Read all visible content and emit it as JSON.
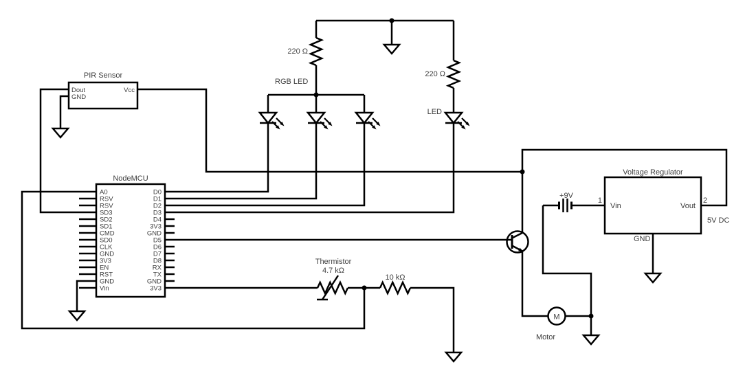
{
  "colors": {
    "wire": "#000000",
    "text": "#3d3d3d",
    "background": "#ffffff"
  },
  "pir_sensor": {
    "title": "PIR Sensor",
    "pin_dout": "Dout",
    "pin_gnd": "GND",
    "pin_vcc": "Vcc"
  },
  "nodemcu": {
    "title": "NodeMCU",
    "left_pins": [
      "A0",
      "RSV",
      "RSV",
      "SD3",
      "SD2",
      "SD1",
      "CMD",
      "SD0",
      "CLK",
      "GND",
      "3V3",
      "EN",
      "RST",
      "GND",
      "Vin"
    ],
    "right_pins": [
      "D0",
      "D1",
      "D2",
      "D3",
      "D4",
      "3V3",
      "GND",
      "D5",
      "D6",
      "D7",
      "D8",
      "RX",
      "TX",
      "GND",
      "3V3"
    ]
  },
  "resistors": {
    "r1_value": "220 Ω",
    "r2_value": "220 Ω",
    "r3_value": "10 kΩ"
  },
  "thermistor": {
    "label": "Thermistor",
    "value": "4.7 kΩ"
  },
  "leds": {
    "rgb_label": "RGB LED",
    "single_label": "LED"
  },
  "battery": {
    "label": "+9V"
  },
  "motor": {
    "symbol": "M",
    "label": "Motor"
  },
  "regulator": {
    "title": "Voltage Regulator",
    "pin1": "1",
    "pin2": "2",
    "vin": "Vin",
    "vout": "Vout",
    "gnd": "GND",
    "output": "5V DC"
  }
}
